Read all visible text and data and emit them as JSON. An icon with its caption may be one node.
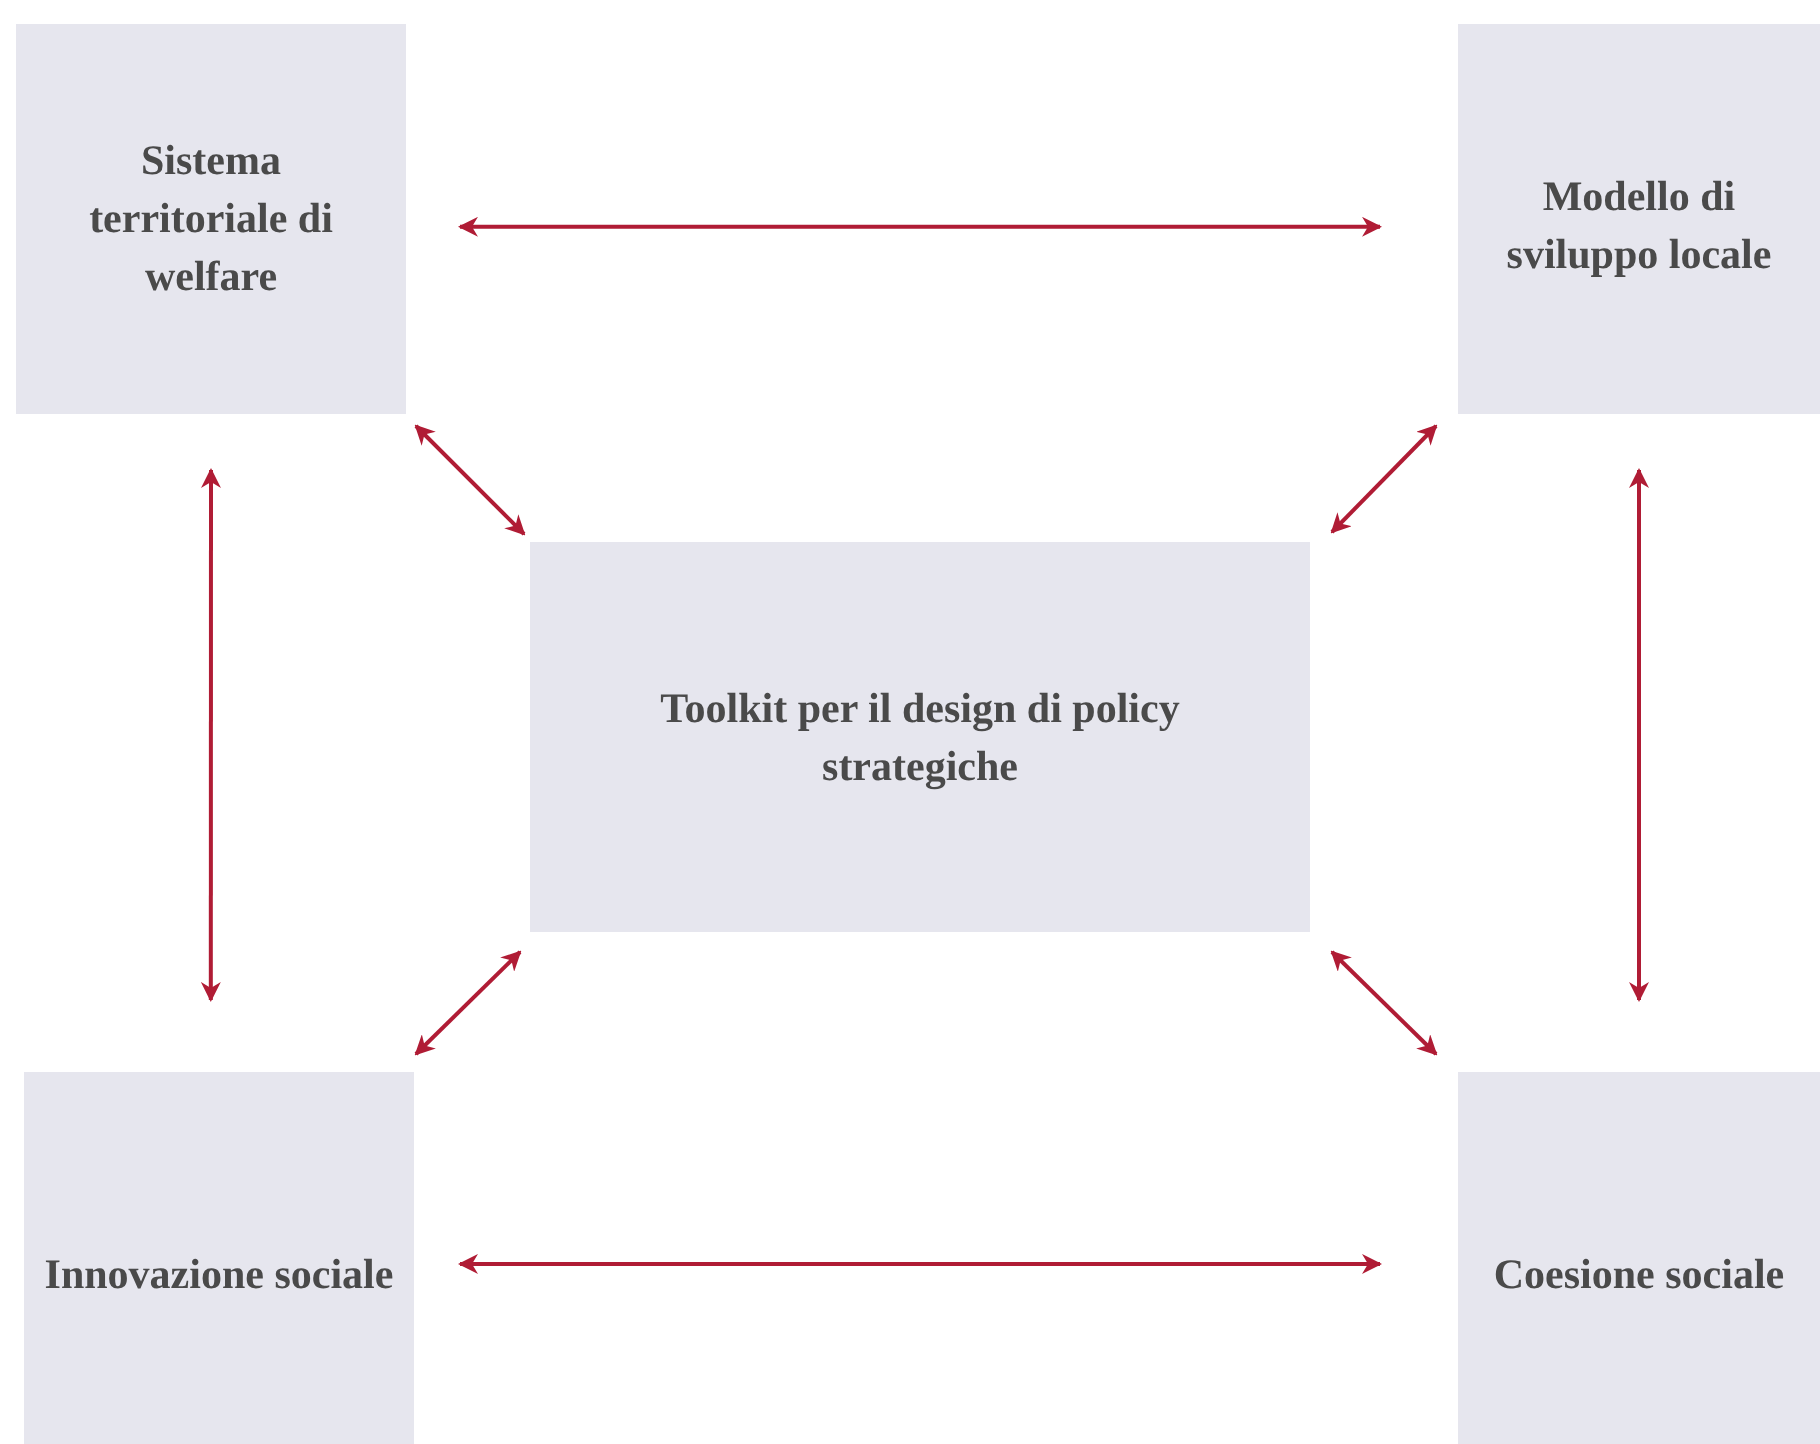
{
  "diagram": {
    "nodes": [
      {
        "text": [
          "Sistema territoriale di welfare"
        ]
      },
      {
        "text": [
          "Modello di sviluppo locale"
        ]
      },
      {
        "text": [
          "Toolkit per il design di policy strategiche"
        ]
      },
      {
        "text": [
          "Innovazione sociale"
        ]
      },
      {
        "text": [
          "Coesione sociale"
        ]
      }
    ],
    "edges": [
      {
        "from": 0,
        "to": 1,
        "arrow": "both"
      },
      {
        "from": 0,
        "to": 3,
        "arrow": "both"
      },
      {
        "from": 0,
        "to": 2,
        "arrow": "both"
      },
      {
        "from": 1,
        "to": 2,
        "arrow": "both"
      },
      {
        "from": 1,
        "to": 4,
        "arrow": "both"
      },
      {
        "from": 3,
        "to": 2,
        "arrow": "both"
      },
      {
        "from": 4,
        "to": 2,
        "arrow": "both"
      },
      {
        "from": 3,
        "to": 4,
        "arrow": "both"
      }
    ]
  }
}
